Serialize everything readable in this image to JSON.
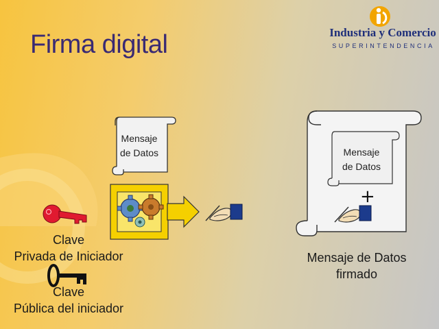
{
  "slide": {
    "title": "Firma digital",
    "logo": {
      "name": "Industria y Comercio",
      "subtitle": "SUPERINTENDENCIA"
    },
    "colors": {
      "title": "#3a2a73",
      "logo": "#1f2f7a",
      "key_private": "#e01a30",
      "arrow": "#f5d000"
    }
  },
  "diagram": {
    "input_document": {
      "label_line1": "Mensaje",
      "label_line2": "de Datos"
    },
    "signed_document": {
      "inner_label_line1": "Mensaje",
      "inner_label_line2": "de Datos",
      "plus": "+",
      "caption_line1": "Mensaje de Datos",
      "caption_line2": "firmado"
    },
    "private_key": {
      "label_line1": "Clave",
      "label_line2": "Privada de Iniciador"
    },
    "public_key": {
      "label_line1": "Clave",
      "label_line2": "Pública del iniciador"
    },
    "icons": [
      "scroll-icon",
      "gears-icon",
      "arrow-right-icon",
      "signing-hand-icon",
      "red-key-icon",
      "black-key-icon"
    ]
  }
}
